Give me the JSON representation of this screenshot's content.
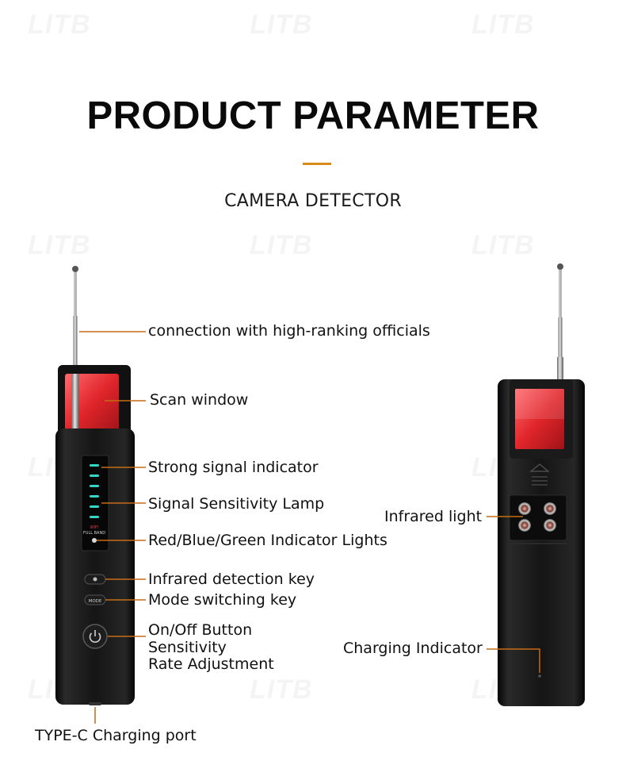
{
  "title": "PRODUCT PARAMETER",
  "subtitle": "CAMERA DETECTOR",
  "watermark": "LITB",
  "colors": {
    "accent": "#d98a1c",
    "leader_line": "#c76a14",
    "device_body": "#141414",
    "scan_window": "#e0262b",
    "led_indicator": "#34d6c8"
  },
  "device_front": {
    "wifi_label": "WIFI",
    "full_band_label": "FULL BAND",
    "mode_key_label": "MODE"
  },
  "labels": {
    "antenna": "connection with high-ranking officials",
    "scan_window": "Scan window",
    "strong_signal": "Strong signal indicator",
    "sensitivity_lamp": "Signal Sensitivity Lamp",
    "indicator_lights": "Red/Blue/Green Indicator Lights",
    "infrared_key": "Infrared detection key",
    "mode_key": "Mode switching key",
    "power_line1": "On/Off Button",
    "power_line2": "Sensitivity",
    "power_line3": "Rate Adjustment",
    "type_c": "TYPE-C Charging port",
    "infrared_light": "Infrared light",
    "charging_indicator": "Charging Indicator"
  }
}
